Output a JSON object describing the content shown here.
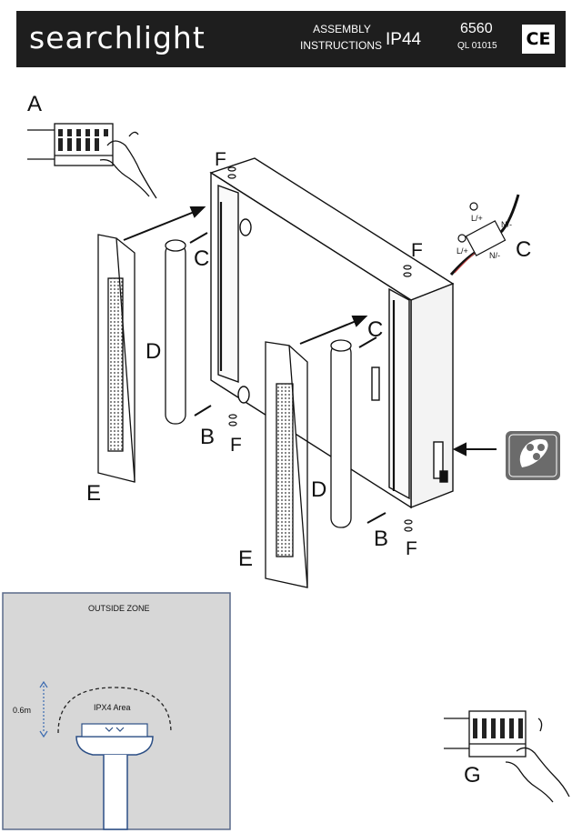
{
  "header": {
    "brand": "searchlight",
    "doc_type_line1": "ASSEMBLY",
    "doc_type_line2": "INSTRUCTIONS",
    "ip_rating": "IP44",
    "product_code": "6560",
    "ql_code": "QL 01015",
    "ce_mark": "CE"
  },
  "steps": {
    "a": "A",
    "b": "B",
    "c": "C",
    "d": "D",
    "e": "E",
    "f": "F",
    "g": "G"
  },
  "terminal_labels": {
    "live": "L/+",
    "neutral": "N/-"
  },
  "zone_diagram": {
    "title": "OUTSIDE  ZONE",
    "area_label": "IPX4 Area",
    "height": "0.6m"
  },
  "icons": {
    "shaver_socket": "shaver-socket-icon"
  },
  "colors": {
    "header_bg": "#1e1e1e",
    "zone_bg": "#d7d7d7",
    "icon_bg": "#6b6b6b"
  }
}
